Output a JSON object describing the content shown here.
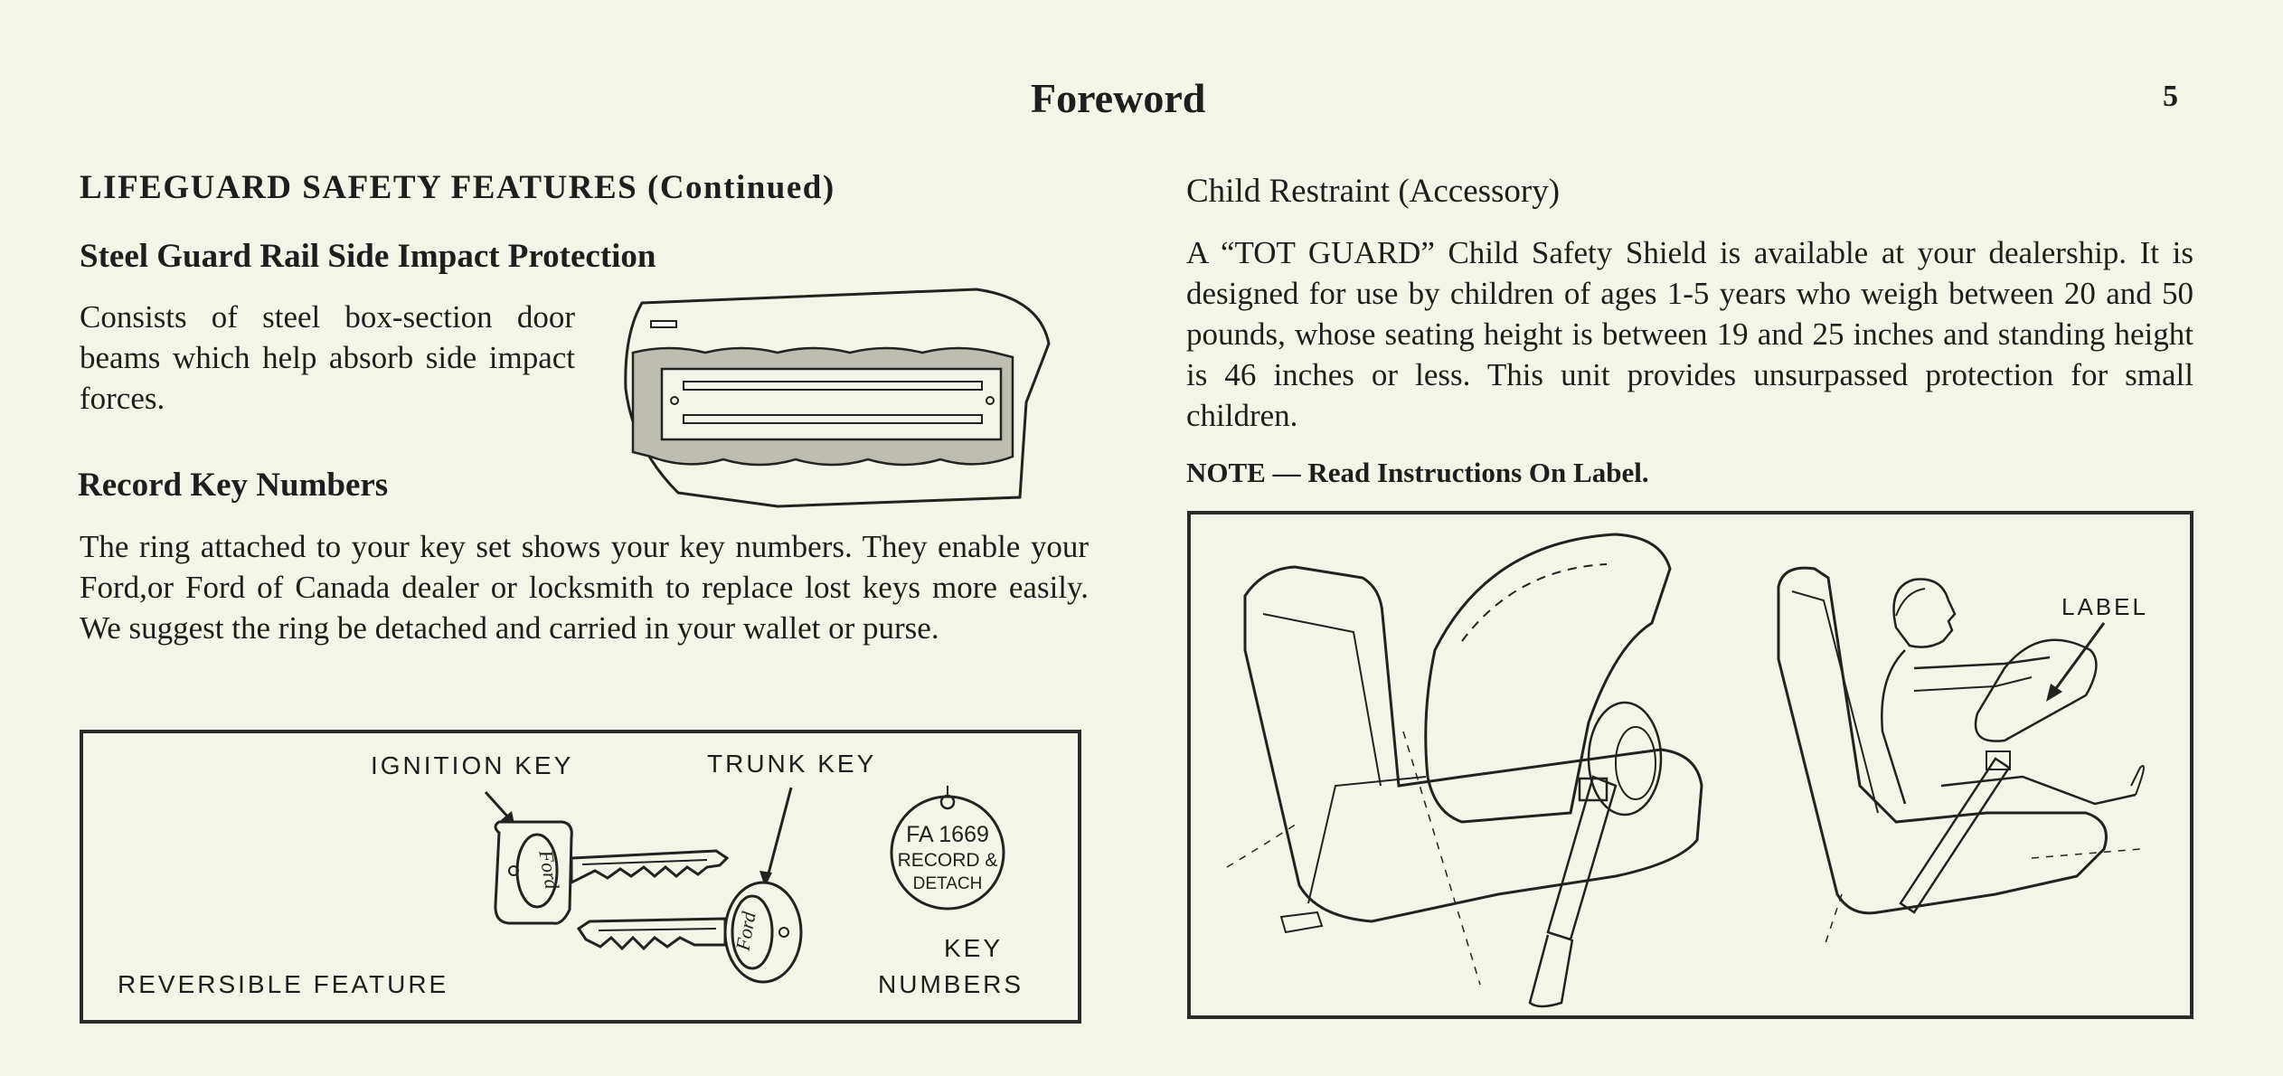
{
  "header": {
    "title": "Foreword",
    "page_number": "5"
  },
  "left": {
    "section_title": "LIFEGUARD SAFETY FEATURES (Continued)",
    "steel_guard": {
      "heading": "Steel Guard Rail Side Impact Protection",
      "body": "Consists of steel box-section door beams which help absorb side impact forces."
    },
    "record_keys": {
      "heading": "Record Key Numbers",
      "body": "The ring attached to your key set shows your key numbers. They enable your Ford,or Ford of Canada dealer or locksmith to replace lost keys more easily. We suggest the ring be detached and carried in your wallet or purse."
    },
    "key_figure": {
      "ignition_label": "IGNITION KEY",
      "trunk_label": "TRUNK KEY",
      "reversible_label": "REVERSIBLE FEATURE",
      "tag_line1": "FA 1669",
      "tag_line2": "RECORD &",
      "tag_line3": "DETACH",
      "key_numbers_line1": "KEY",
      "key_numbers_line2": "NUMBERS",
      "logo_text": "Ford"
    }
  },
  "right": {
    "child_restraint": {
      "heading": "Child Restraint (Accessory)",
      "body": "A “TOT GUARD” Child Safety Shield is available at your dealership. It is designed for use by children of ages 1-5 years who weigh between 20 and 50 pounds, whose seating height is between 19 and 25 inches and standing height is 46 inches or less. This unit provides unsurpassed protection for small children."
    },
    "note": "NOTE — Read Instructions On Label.",
    "seat_figure": {
      "label": "LABEL"
    }
  }
}
